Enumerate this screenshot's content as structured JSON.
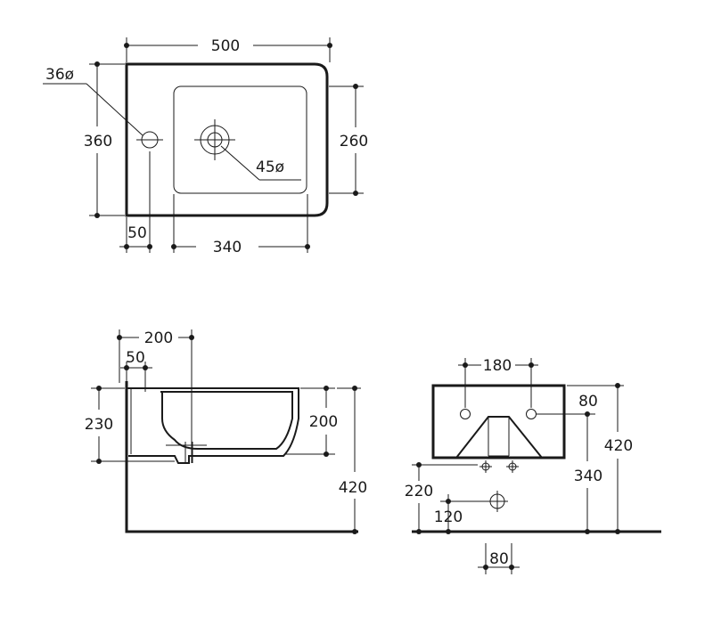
{
  "top_view": {
    "width": "500",
    "depth": "360",
    "tap_hole": "36ø",
    "drain_hole": "45ø",
    "basin_depth": "260",
    "tap_offset": "50",
    "basin_width": "340"
  },
  "side_view": {
    "drain_offset": "200",
    "wall_offset": "50",
    "bowl_height": "230",
    "basin_height": "200",
    "mount_height": "420"
  },
  "front_view": {
    "fixing_spacing": "180",
    "fixing_drop": "80",
    "total_height": "420",
    "fixing_height": "340",
    "waste_height": "220",
    "waste_offset": "120",
    "waste_spacing": "80"
  }
}
